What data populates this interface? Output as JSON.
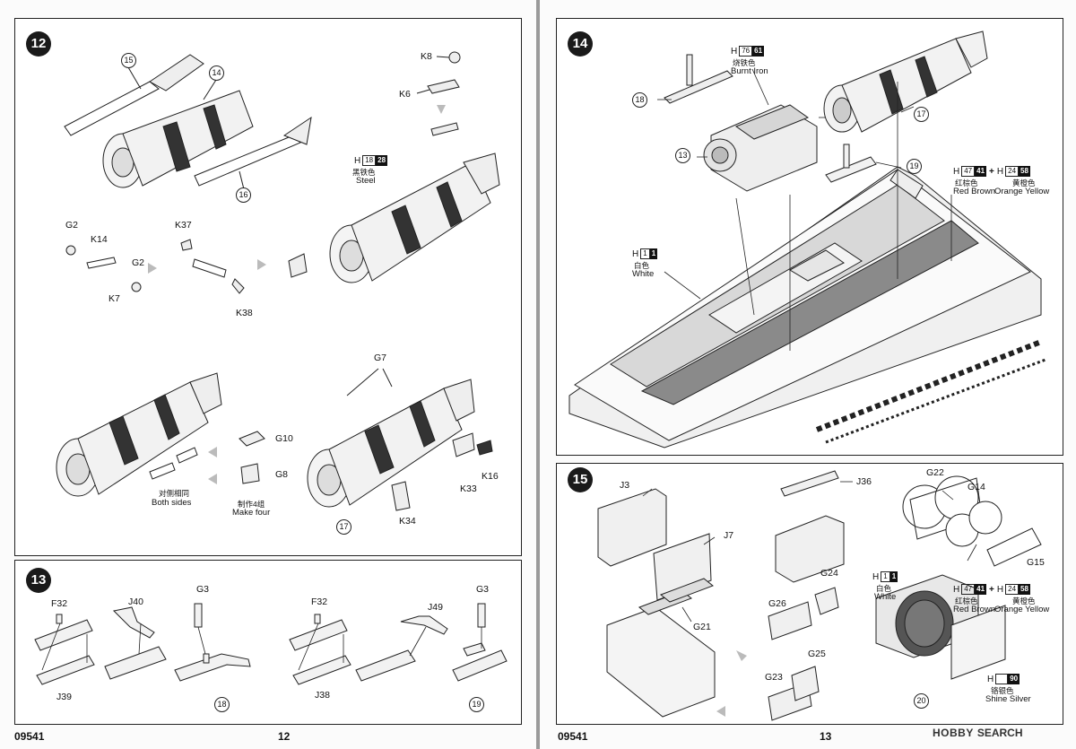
{
  "document": {
    "code": "09541",
    "left_page": "12",
    "right_page": "13"
  },
  "watermark": {
    "logo": "HOBBY",
    "text": "SEARCH"
  },
  "steps": {
    "s12": {
      "badge": "12",
      "labels": [
        "15",
        "14",
        "16",
        "17"
      ],
      "parts": {
        "K8": "K8",
        "K6": "K6",
        "G2a": "G2",
        "K14": "K14",
        "K7": "K7",
        "G2b": "G2",
        "K37": "K37",
        "K38": "K38",
        "G7": "G7",
        "G10": "G10",
        "G8": "G8",
        "K16": "K16",
        "K33": "K33",
        "K34": "K34"
      },
      "paint": {
        "letter": "H",
        "code": "18",
        "num": "28",
        "cn": "黑铁色",
        "en": "Steel"
      },
      "note_both": {
        "cn": "对侧相同",
        "en": "Both sides"
      },
      "note_four": {
        "cn": "制作4组",
        "en": "Make four"
      }
    },
    "s13": {
      "badge": "13",
      "parts": {
        "F32a": "F32",
        "J40": "J40",
        "G3a": "G3",
        "J39": "J39",
        "F32b": "F32",
        "J49": "J49",
        "G3b": "G3",
        "J38": "J38"
      },
      "circles": [
        "18",
        "19"
      ]
    },
    "s14": {
      "badge": "14",
      "parts": {
        "p18": "18",
        "p13": "13",
        "p17": "17",
        "p19": "19"
      },
      "paint_iron": {
        "letter": "H",
        "code": "76",
        "num": "61",
        "cn": "烧铁色",
        "en": "Burnt Iron"
      },
      "paint_white": {
        "letter": "H",
        "code": "1",
        "num": "1",
        "cn": "白色",
        "en": "White"
      },
      "paint_mix": {
        "a_letter": "H",
        "a_code": "47",
        "a_num": "41",
        "b_letter": "H",
        "b_code": "24",
        "b_num": "58",
        "a_cn": "红棕色",
        "a_en": "Red Brown",
        "b_cn": "黄橙色",
        "b_en": "Orange Yellow"
      }
    },
    "s15": {
      "badge": "15",
      "parts": {
        "J3": "J3",
        "J7": "J7",
        "J36": "J36",
        "G22": "G22",
        "G14": "G14",
        "G15": "G15",
        "G21": "G21",
        "G24": "G24",
        "G26": "G26",
        "G23": "G23",
        "G25": "G25"
      },
      "circle": "20",
      "paint_white": {
        "letter": "H",
        "code": "1",
        "num": "1",
        "cn": "白色",
        "en": "White"
      },
      "paint_mix": {
        "a_letter": "H",
        "a_code": "47",
        "a_num": "41",
        "b_letter": "H",
        "b_code": "24",
        "b_num": "58",
        "a_cn": "红棕色",
        "a_en": "Red Brown",
        "b_cn": "黄橙色",
        "b_en": "Orange Yellow"
      },
      "paint_silver": {
        "letter": "H",
        "code": "",
        "num": "90",
        "cn": "铬银色",
        "en": "Shine Silver"
      }
    }
  }
}
